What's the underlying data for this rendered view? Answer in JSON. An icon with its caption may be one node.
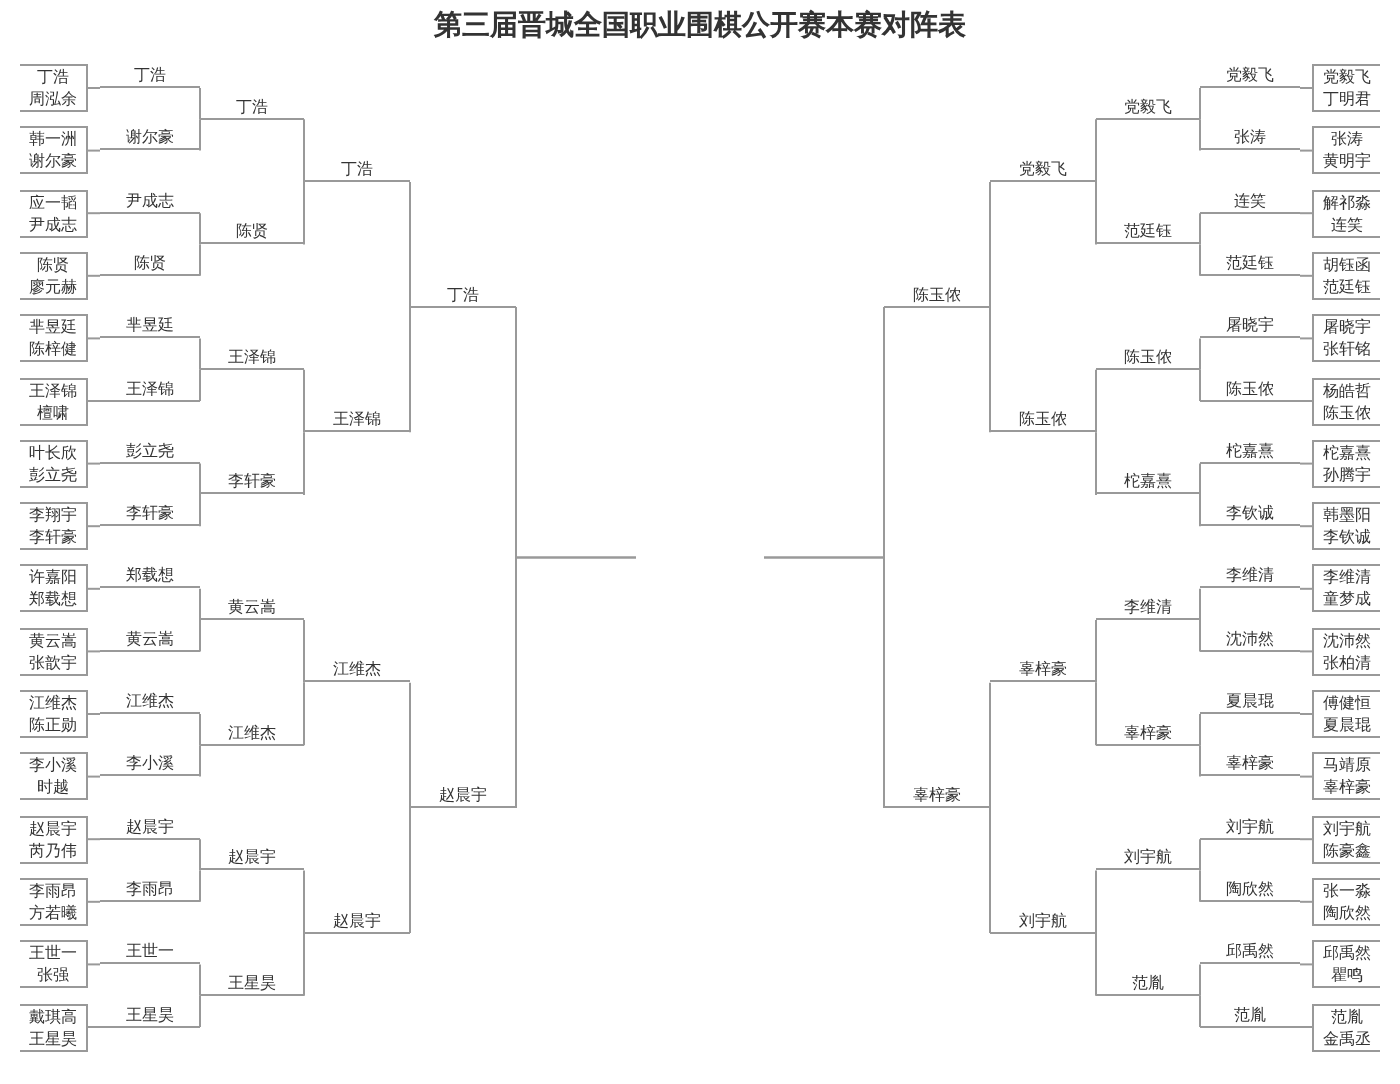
{
  "diagram": {
    "title": "第三届晋城全国职业围棋公开赛本赛对阵表",
    "nodes": [
      {
        "text": [
          "丁浩",
          "周泓余"
        ]
      },
      {
        "text": [
          "韩一洲",
          "谢尔豪"
        ]
      },
      {
        "text": [
          "应一韬",
          "尹成志"
        ]
      },
      {
        "text": [
          "陈贤",
          "廖元赫"
        ]
      },
      {
        "text": [
          "芈昱廷",
          "陈梓健"
        ]
      },
      {
        "text": [
          "王泽锦",
          "檀啸"
        ]
      },
      {
        "text": [
          "叶长欣",
          "彭立尧"
        ]
      },
      {
        "text": [
          "李翔宇",
          "李轩豪"
        ]
      },
      {
        "text": [
          "许嘉阳",
          "郑载想"
        ]
      },
      {
        "text": [
          "黄云嵩",
          "张歆宇"
        ]
      },
      {
        "text": [
          "江维杰",
          "陈正勋"
        ]
      },
      {
        "text": [
          "李小溪",
          "时越"
        ]
      },
      {
        "text": [
          "赵晨宇",
          "芮乃伟"
        ]
      },
      {
        "text": [
          "李雨昂",
          "方若曦"
        ]
      },
      {
        "text": [
          "王世一",
          "张强"
        ]
      },
      {
        "text": [
          "戴琪高",
          "王星昊"
        ]
      },
      {
        "text": [
          "丁浩"
        ]
      },
      {
        "text": [
          "谢尔豪"
        ]
      },
      {
        "text": [
          "尹成志"
        ]
      },
      {
        "text": [
          "陈贤"
        ]
      },
      {
        "text": [
          "芈昱廷"
        ]
      },
      {
        "text": [
          "王泽锦"
        ]
      },
      {
        "text": [
          "彭立尧"
        ]
      },
      {
        "text": [
          "李轩豪"
        ]
      },
      {
        "text": [
          "郑载想"
        ]
      },
      {
        "text": [
          "黄云嵩"
        ]
      },
      {
        "text": [
          "江维杰"
        ]
      },
      {
        "text": [
          "李小溪"
        ]
      },
      {
        "text": [
          "赵晨宇"
        ]
      },
      {
        "text": [
          "李雨昂"
        ]
      },
      {
        "text": [
          "王世一"
        ]
      },
      {
        "text": [
          "王星昊"
        ]
      },
      {
        "text": [
          "丁浩"
        ]
      },
      {
        "text": [
          "陈贤"
        ]
      },
      {
        "text": [
          "王泽锦"
        ]
      },
      {
        "text": [
          "李轩豪"
        ]
      },
      {
        "text": [
          "黄云嵩"
        ]
      },
      {
        "text": [
          "江维杰"
        ]
      },
      {
        "text": [
          "赵晨宇"
        ]
      },
      {
        "text": [
          "王星昊"
        ]
      },
      {
        "text": [
          "丁浩"
        ]
      },
      {
        "text": [
          "王泽锦"
        ]
      },
      {
        "text": [
          "江维杰"
        ]
      },
      {
        "text": [
          "赵晨宇"
        ]
      },
      {
        "text": [
          "丁浩"
        ]
      },
      {
        "text": [
          "赵晨宇"
        ]
      },
      {
        "text": [
          "党毅飞",
          "丁明君"
        ]
      },
      {
        "text": [
          "张涛",
          "黄明宇"
        ]
      },
      {
        "text": [
          "解祁淼",
          "连笑"
        ]
      },
      {
        "text": [
          "胡钰函",
          "范廷钰"
        ]
      },
      {
        "text": [
          "屠晓宇",
          "张轩铭"
        ]
      },
      {
        "text": [
          "杨皓哲",
          "陈玉侬"
        ]
      },
      {
        "text": [
          "柁嘉熹",
          "孙腾宇"
        ]
      },
      {
        "text": [
          "韩墨阳",
          "李钦诚"
        ]
      },
      {
        "text": [
          "李维清",
          "童梦成"
        ]
      },
      {
        "text": [
          "沈沛然",
          "张柏清"
        ]
      },
      {
        "text": [
          "傅健恒",
          "夏晨琨"
        ]
      },
      {
        "text": [
          "马靖原",
          "辜梓豪"
        ]
      },
      {
        "text": [
          "刘宇航",
          "陈豪鑫"
        ]
      },
      {
        "text": [
          "张一淼",
          "陶欣然"
        ]
      },
      {
        "text": [
          "邱禹然",
          "瞿鸣"
        ]
      },
      {
        "text": [
          "范胤",
          "金禹丞"
        ]
      },
      {
        "text": [
          "党毅飞"
        ]
      },
      {
        "text": [
          "张涛"
        ]
      },
      {
        "text": [
          "连笑"
        ]
      },
      {
        "text": [
          "范廷钰"
        ]
      },
      {
        "text": [
          "屠晓宇"
        ]
      },
      {
        "text": [
          "陈玉侬"
        ]
      },
      {
        "text": [
          "柁嘉熹"
        ]
      },
      {
        "text": [
          "李钦诚"
        ]
      },
      {
        "text": [
          "李维清"
        ]
      },
      {
        "text": [
          "沈沛然"
        ]
      },
      {
        "text": [
          "夏晨琨"
        ]
      },
      {
        "text": [
          "辜梓豪"
        ]
      },
      {
        "text": [
          "刘宇航"
        ]
      },
      {
        "text": [
          "陶欣然"
        ]
      },
      {
        "text": [
          "邱禹然"
        ]
      },
      {
        "text": [
          "范胤"
        ]
      },
      {
        "text": [
          "党毅飞"
        ]
      },
      {
        "text": [
          "范廷钰"
        ]
      },
      {
        "text": [
          "陈玉侬"
        ]
      },
      {
        "text": [
          "柁嘉熹"
        ]
      },
      {
        "text": [
          "李维清"
        ]
      },
      {
        "text": [
          "辜梓豪"
        ]
      },
      {
        "text": [
          "刘宇航"
        ]
      },
      {
        "text": [
          "范胤"
        ]
      },
      {
        "text": [
          "党毅飞"
        ]
      },
      {
        "text": [
          "陈玉侬"
        ]
      },
      {
        "text": [
          "辜梓豪"
        ]
      },
      {
        "text": [
          "刘宇航"
        ]
      },
      {
        "text": [
          "陈玉侬"
        ]
      },
      {
        "text": [
          "辜梓豪"
        ]
      }
    ],
    "edges": [
      {
        "from": 0,
        "to": 16,
        "arrow": "none"
      },
      {
        "from": 1,
        "to": 17,
        "arrow": "none"
      },
      {
        "from": 2,
        "to": 18,
        "arrow": "none"
      },
      {
        "from": 3,
        "to": 19,
        "arrow": "none"
      },
      {
        "from": 4,
        "to": 20,
        "arrow": "none"
      },
      {
        "from": 5,
        "to": 21,
        "arrow": "none"
      },
      {
        "from": 6,
        "to": 22,
        "arrow": "none"
      },
      {
        "from": 7,
        "to": 23,
        "arrow": "none"
      },
      {
        "from": 8,
        "to": 24,
        "arrow": "none"
      },
      {
        "from": 9,
        "to": 25,
        "arrow": "none"
      },
      {
        "from": 10,
        "to": 26,
        "arrow": "none"
      },
      {
        "from": 11,
        "to": 27,
        "arrow": "none"
      },
      {
        "from": 12,
        "to": 28,
        "arrow": "none"
      },
      {
        "from": 13,
        "to": 29,
        "arrow": "none"
      },
      {
        "from": 14,
        "to": 30,
        "arrow": "none"
      },
      {
        "from": 15,
        "to": 31,
        "arrow": "none"
      },
      {
        "from": 16,
        "to": 32,
        "arrow": "none"
      },
      {
        "from": 17,
        "to": 32,
        "arrow": "none"
      },
      {
        "from": 18,
        "to": 33,
        "arrow": "none"
      },
      {
        "from": 19,
        "to": 33,
        "arrow": "none"
      },
      {
        "from": 20,
        "to": 34,
        "arrow": "none"
      },
      {
        "from": 21,
        "to": 34,
        "arrow": "none"
      },
      {
        "from": 22,
        "to": 35,
        "arrow": "none"
      },
      {
        "from": 23,
        "to": 35,
        "arrow": "none"
      },
      {
        "from": 24,
        "to": 36,
        "arrow": "none"
      },
      {
        "from": 25,
        "to": 36,
        "arrow": "none"
      },
      {
        "from": 26,
        "to": 37,
        "arrow": "none"
      },
      {
        "from": 27,
        "to": 37,
        "arrow": "none"
      },
      {
        "from": 28,
        "to": 38,
        "arrow": "none"
      },
      {
        "from": 29,
        "to": 38,
        "arrow": "none"
      },
      {
        "from": 30,
        "to": 39,
        "arrow": "none"
      },
      {
        "from": 31,
        "to": 39,
        "arrow": "none"
      },
      {
        "from": 32,
        "to": 40,
        "arrow": "none"
      },
      {
        "from": 33,
        "to": 40,
        "arrow": "none"
      },
      {
        "from": 34,
        "to": 41,
        "arrow": "none"
      },
      {
        "from": 35,
        "to": 41,
        "arrow": "none"
      },
      {
        "from": 36,
        "to": 42,
        "arrow": "none"
      },
      {
        "from": 37,
        "to": 42,
        "arrow": "none"
      },
      {
        "from": 38,
        "to": 43,
        "arrow": "none"
      },
      {
        "from": 39,
        "to": 43,
        "arrow": "none"
      },
      {
        "from": 40,
        "to": 44,
        "arrow": "none"
      },
      {
        "from": 41,
        "to": 44,
        "arrow": "none"
      },
      {
        "from": 42,
        "to": 45,
        "arrow": "none"
      },
      {
        "from": 43,
        "to": 45,
        "arrow": "none"
      },
      {
        "from": 44,
        "to": null,
        "arrow": "none"
      },
      {
        "from": 45,
        "to": null,
        "arrow": "none"
      },
      {
        "from": 46,
        "to": 62,
        "arrow": "none"
      },
      {
        "from": 47,
        "to": 63,
        "arrow": "none"
      },
      {
        "from": 48,
        "to": 64,
        "arrow": "none"
      },
      {
        "from": 49,
        "to": 65,
        "arrow": "none"
      },
      {
        "from": 50,
        "to": 66,
        "arrow": "none"
      },
      {
        "from": 51,
        "to": 67,
        "arrow": "none"
      },
      {
        "from": 52,
        "to": 68,
        "arrow": "none"
      },
      {
        "from": 53,
        "to": 69,
        "arrow": "none"
      },
      {
        "from": 54,
        "to": 70,
        "arrow": "none"
      },
      {
        "from": 55,
        "to": 71,
        "arrow": "none"
      },
      {
        "from": 56,
        "to": 72,
        "arrow": "none"
      },
      {
        "from": 57,
        "to": 73,
        "arrow": "none"
      },
      {
        "from": 58,
        "to": 74,
        "arrow": "none"
      },
      {
        "from": 59,
        "to": 75,
        "arrow": "none"
      },
      {
        "from": 60,
        "to": 76,
        "arrow": "none"
      },
      {
        "from": 61,
        "to": 77,
        "arrow": "none"
      },
      {
        "from": 62,
        "to": 78,
        "arrow": "none"
      },
      {
        "from": 63,
        "to": 78,
        "arrow": "none"
      },
      {
        "from": 64,
        "to": 79,
        "arrow": "none"
      },
      {
        "from": 65,
        "to": 79,
        "arrow": "none"
      },
      {
        "from": 66,
        "to": 80,
        "arrow": "none"
      },
      {
        "from": 67,
        "to": 80,
        "arrow": "none"
      },
      {
        "from": 68,
        "to": 81,
        "arrow": "none"
      },
      {
        "from": 69,
        "to": 81,
        "arrow": "none"
      },
      {
        "from": 70,
        "to": 82,
        "arrow": "none"
      },
      {
        "from": 71,
        "to": 82,
        "arrow": "none"
      },
      {
        "from": 72,
        "to": 83,
        "arrow": "none"
      },
      {
        "from": 73,
        "to": 83,
        "arrow": "none"
      },
      {
        "from": 74,
        "to": 84,
        "arrow": "none"
      },
      {
        "from": 75,
        "to": 84,
        "arrow": "none"
      },
      {
        "from": 76,
        "to": 85,
        "arrow": "none"
      },
      {
        "from": 77,
        "to": 85,
        "arrow": "none"
      },
      {
        "from": 78,
        "to": 86,
        "arrow": "none"
      },
      {
        "from": 79,
        "to": 86,
        "arrow": "none"
      },
      {
        "from": 80,
        "to": 87,
        "arrow": "none"
      },
      {
        "from": 81,
        "to": 87,
        "arrow": "none"
      },
      {
        "from": 82,
        "to": 88,
        "arrow": "none"
      },
      {
        "from": 83,
        "to": 88,
        "arrow": "none"
      },
      {
        "from": 84,
        "to": 89,
        "arrow": "none"
      },
      {
        "from": 85,
        "to": 89,
        "arrow": "none"
      },
      {
        "from": 86,
        "to": 90,
        "arrow": "none"
      },
      {
        "from": 87,
        "to": 90,
        "arrow": "none"
      },
      {
        "from": 88,
        "to": 91,
        "arrow": "none"
      },
      {
        "from": 89,
        "to": 91,
        "arrow": "none"
      },
      {
        "from": 90,
        "to": null,
        "arrow": "none"
      },
      {
        "from": 91,
        "to": null,
        "arrow": "none"
      }
    ]
  }
}
